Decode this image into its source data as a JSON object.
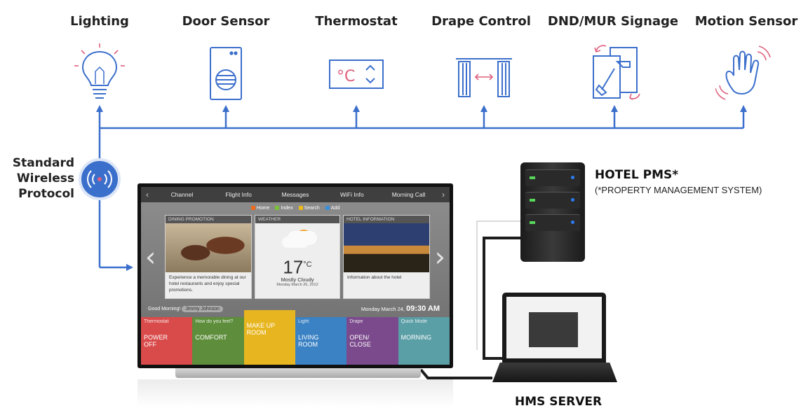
{
  "colors": {
    "line": "#3b6fcc",
    "icon": "#3b6fcc",
    "accent_pink": "#e0607e"
  },
  "devices": [
    {
      "label": "Lighting",
      "icon": "light-bulb-icon"
    },
    {
      "label": "Door Sensor",
      "icon": "door-sensor-icon"
    },
    {
      "label": "Thermostat",
      "icon": "thermostat-icon"
    },
    {
      "label": "Drape Control",
      "icon": "drape-icon"
    },
    {
      "label": "DND/MUR Signage",
      "icon": "signage-icon"
    },
    {
      "label": "Motion Sensor",
      "icon": "motion-hand-icon"
    }
  ],
  "protocol": {
    "label_lines": [
      "Standard",
      "Wireless",
      "Protocol"
    ],
    "icon": "wireless-signal-icon"
  },
  "tv": {
    "nav": [
      "Channel",
      "Flight Info",
      "Messages",
      "WiFi Info",
      "Morning Call"
    ],
    "subnav": [
      "Home",
      "Index",
      "Search",
      "Add"
    ],
    "panels": {
      "dining": {
        "title": "DINING PROMOTION",
        "text": "Experience a memorable dining at our hotel restaurants and enjoy special promotions."
      },
      "weather": {
        "title": "WEATHER",
        "temp": "17",
        "unit": "°C",
        "desc": "Mostly Cloudy",
        "date": "Monday March 26, 2012"
      },
      "hotel": {
        "title": "HOTEL INFORMATION",
        "text": "Information about the hotel"
      }
    },
    "greeting": "Good Morning!",
    "guest_name": "Jimmy Johnson",
    "date": "Monday March 24,",
    "time": "09:30 AM",
    "tiles": [
      {
        "label": "Thermostat",
        "value": "POWER\nOFF",
        "color": "#d94b4b"
      },
      {
        "label": "How do you feel?",
        "value": "COMFORT",
        "color": "#5e8e3c"
      },
      {
        "label": "",
        "value": "MAKE UP\nROOM",
        "color": "#e7b51f"
      },
      {
        "label": "Light",
        "value": "LIVING\nROOM",
        "color": "#3b82c4"
      },
      {
        "label": "Drape",
        "value": "OPEN/\nCLOSE",
        "color": "#7b4a8c"
      },
      {
        "label": "Quick Mode",
        "value": "MORNING",
        "color": "#5a9ea6"
      }
    ]
  },
  "server": {
    "title": "HOTEL PMS*",
    "subtitle": "(*PROPERTY MANAGEMENT SYSTEM)"
  },
  "hms": {
    "title": "HMS SERVER"
  }
}
